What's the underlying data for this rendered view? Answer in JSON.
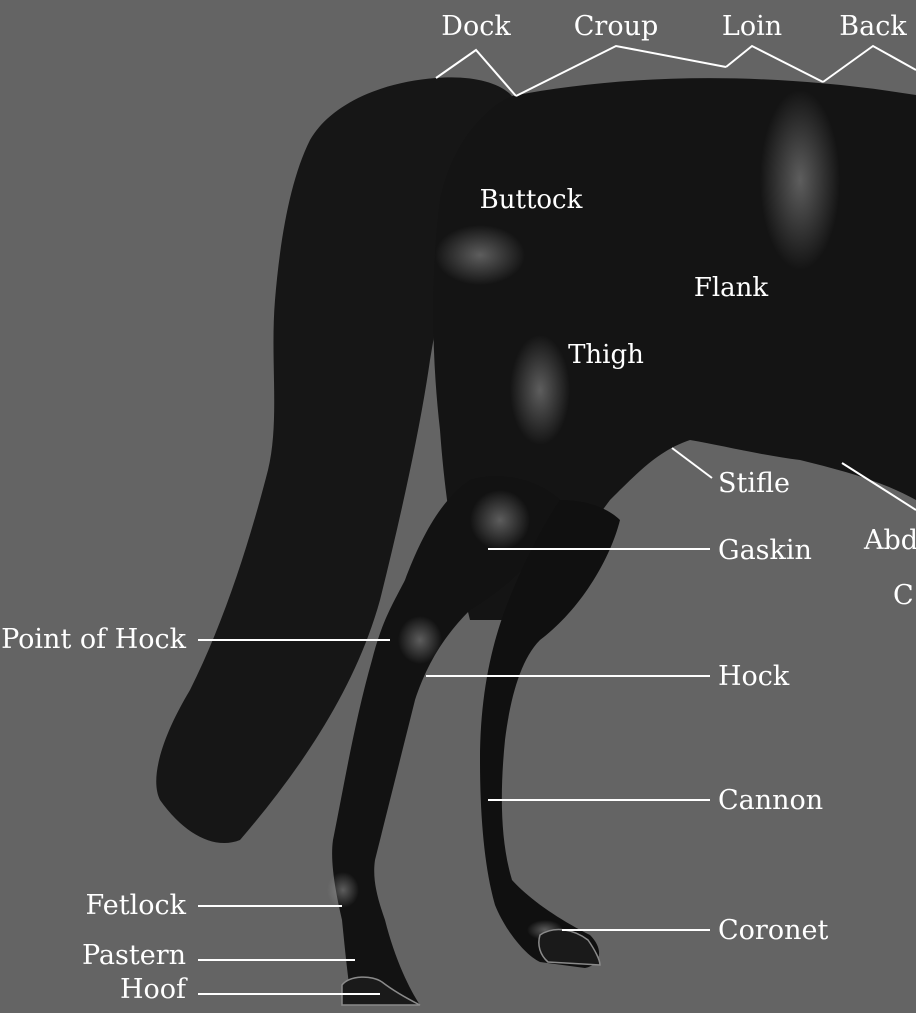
{
  "colors": {
    "background": "#646464",
    "horse": "#141414",
    "text": "#ffffff"
  },
  "labels": {
    "dock": "Dock",
    "croup": "Croup",
    "loin": "Loin",
    "back": "Back",
    "buttock": "Buttock",
    "flank": "Flank",
    "thigh": "Thigh",
    "stifle": "Stifle",
    "gaskin": "Gaskin",
    "abdomen": "Abd",
    "cut_c": "C",
    "point_of_hock": "Point of Hock",
    "hock": "Hock",
    "cannon": "Cannon",
    "fetlock": "Fetlock",
    "coronet": "Coronet",
    "pastern": "Pastern",
    "hoof": "Hoof"
  }
}
